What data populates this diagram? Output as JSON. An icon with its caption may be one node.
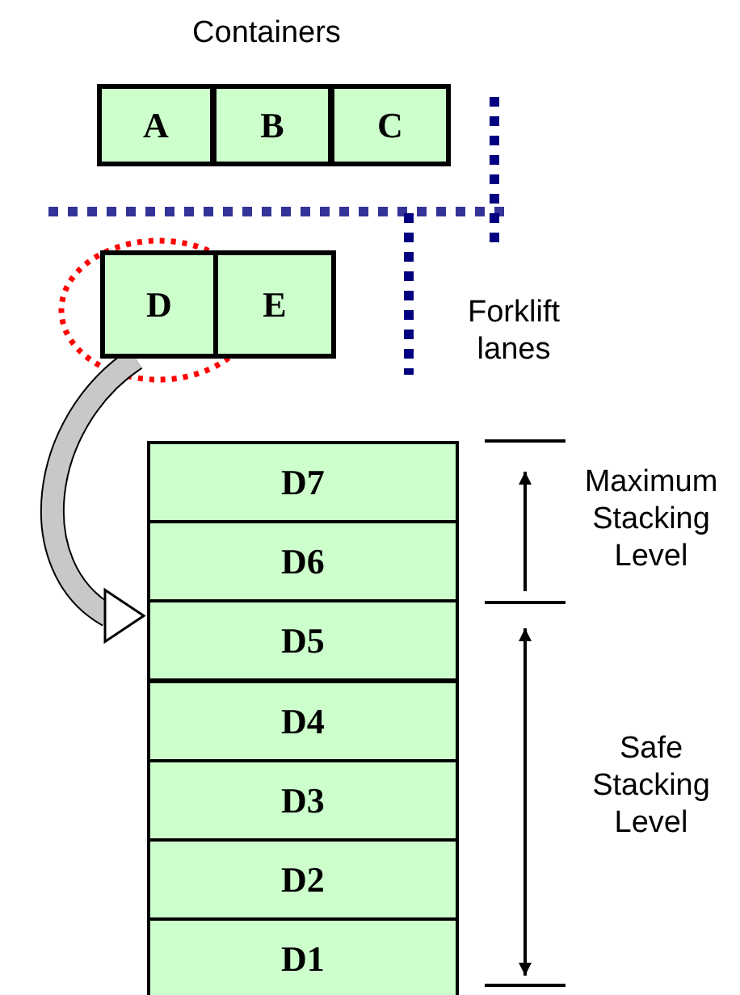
{
  "diagram": {
    "nodes": [
      {
        "text": [
          "A"
        ]
      },
      {
        "text": [
          "B"
        ]
      },
      {
        "text": [
          "C"
        ]
      },
      {
        "text": [
          "D"
        ]
      },
      {
        "text": [
          "E"
        ]
      },
      {
        "text": [
          "D7"
        ]
      },
      {
        "text": [
          "D6"
        ]
      },
      {
        "text": [
          "D5"
        ]
      },
      {
        "text": [
          "D4"
        ]
      },
      {
        "text": [
          "D3"
        ]
      },
      {
        "text": [
          "D2"
        ]
      },
      {
        "text": [
          "D1"
        ]
      }
    ],
    "edges": [
      {
        "from": 3,
        "to": 7,
        "arrow": "to"
      }
    ],
    "labels": [
      "Containers",
      "Forklift lanes",
      "Maximum Stacking Level",
      "Safe Stacking Level"
    ]
  }
}
